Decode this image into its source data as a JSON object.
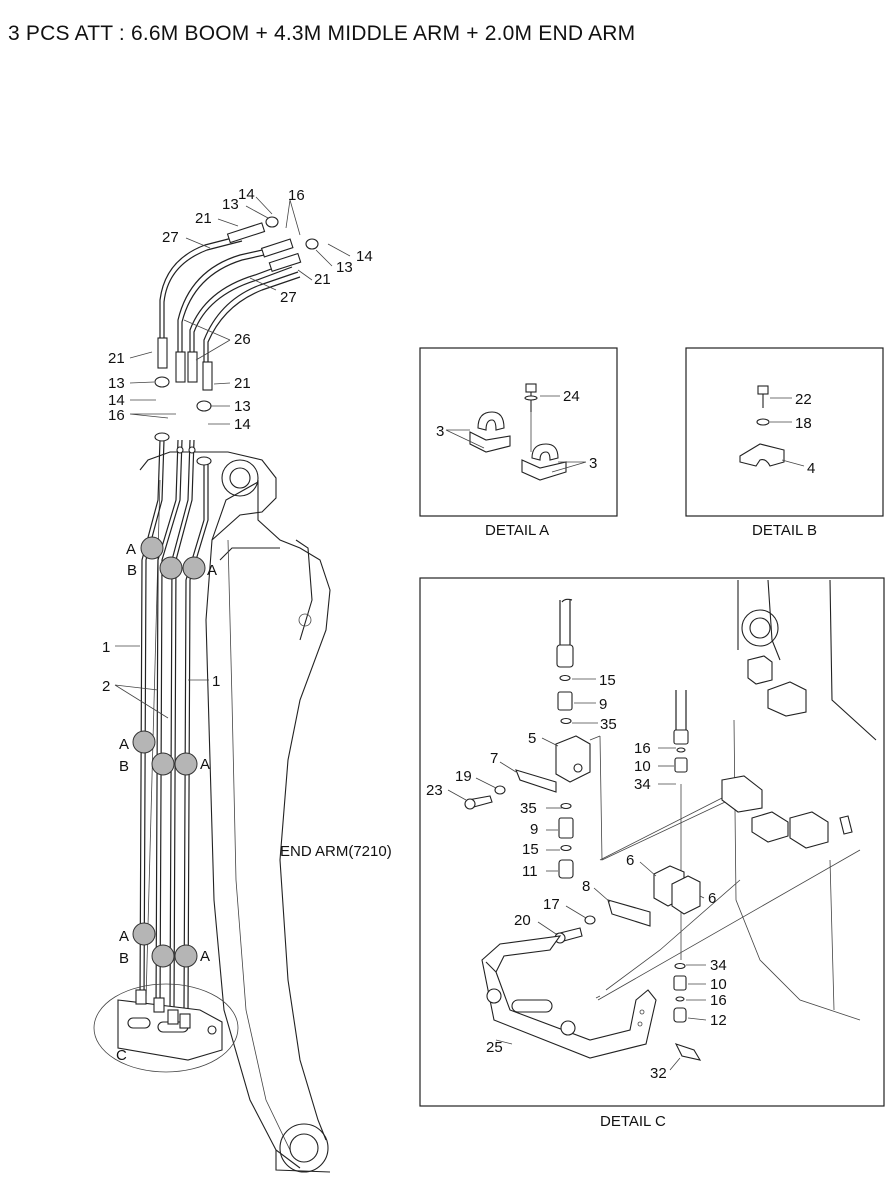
{
  "title": "3 PCS ATT : 6.6M BOOM + 4.3M MIDDLE ARM + 2.0M END ARM",
  "arm_label": "END ARM(7210)",
  "details": {
    "a": {
      "caption": "DETAIL A",
      "callouts": [
        "24",
        "3",
        "3"
      ]
    },
    "b": {
      "caption": "DETAIL B",
      "callouts": [
        "22",
        "18",
        "4"
      ]
    },
    "c": {
      "caption": "DETAIL C",
      "callouts": [
        "15",
        "9",
        "35",
        "5",
        "7",
        "19",
        "23",
        "35",
        "9",
        "15",
        "11",
        "16",
        "10",
        "34",
        "6",
        "6",
        "8",
        "17",
        "20",
        "34",
        "10",
        "16",
        "12",
        "25",
        "32"
      ]
    }
  },
  "main_callouts": {
    "top": [
      "14",
      "16",
      "13",
      "21",
      "27",
      "13",
      "14",
      "21",
      "27",
      "26"
    ],
    "left": [
      "21",
      "13",
      "14",
      "16",
      "21",
      "13",
      "14"
    ],
    "arm": [
      "1",
      "2",
      "1",
      "C"
    ],
    "section_marks": [
      "A",
      "B",
      "A",
      "A",
      "B",
      "A",
      "A",
      "B",
      "A"
    ]
  }
}
